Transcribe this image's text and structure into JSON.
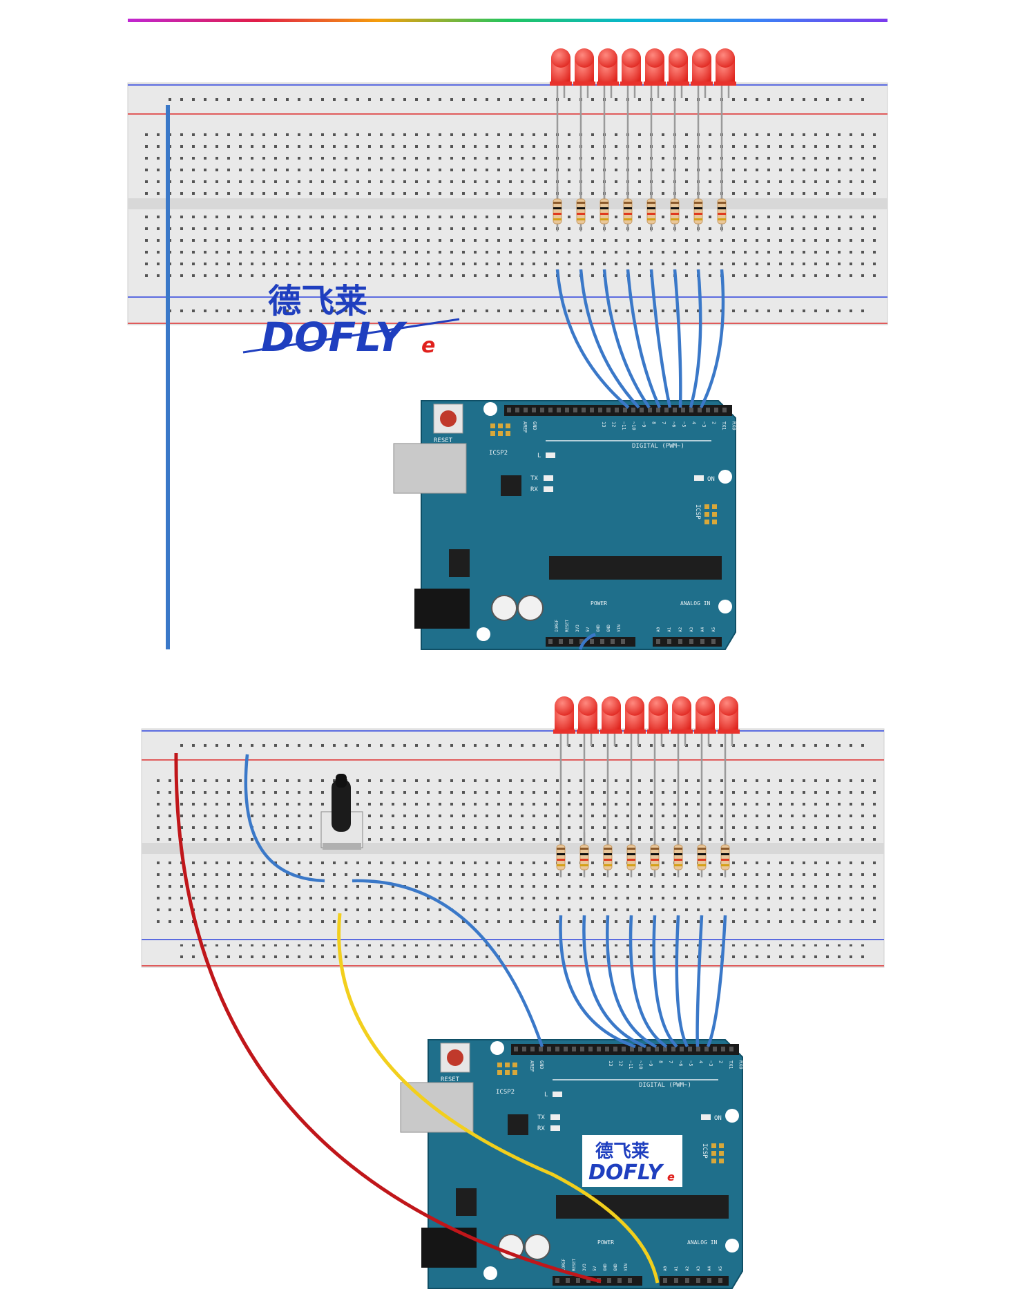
{
  "brand": {
    "cn": "德飞莱",
    "en": "DOFLY",
    "suffix": "e"
  },
  "board_labels": {
    "reset": "RESET",
    "icsp2": "ICSP2",
    "icsp": "ICSP",
    "l": "L",
    "tx": "TX",
    "rx": "RX",
    "on": "ON",
    "digital": "DIGITAL (PWM~)",
    "power": "POWER",
    "analog": "ANALOG IN",
    "aref": "AREF",
    "gnd": "GND",
    "pins_digital": [
      "13",
      "12",
      "~11",
      "~10",
      "~9",
      "8",
      "7",
      "~6",
      "~5",
      "4",
      "~3",
      "2",
      "TX1",
      "RX0"
    ],
    "pins_power": [
      "IOREF",
      "RESET",
      "3V3",
      "5V",
      "GND",
      "GND",
      "VIN"
    ],
    "pins_analog": [
      "A0",
      "A1",
      "A2",
      "A3",
      "A4",
      "A5"
    ]
  },
  "colors": {
    "led": "#e8322c",
    "wire_blue": "#3a78c8",
    "wire_red": "#c0161a",
    "wire_yellow": "#f2cf1d",
    "board": "#1f6f8b",
    "breadboard": "#e9e9e9"
  },
  "diagrams": [
    {
      "name": "circuit-top",
      "led_count": 8
    },
    {
      "name": "circuit-bottom",
      "led_count": 8,
      "has_potentiometer": true
    }
  ]
}
